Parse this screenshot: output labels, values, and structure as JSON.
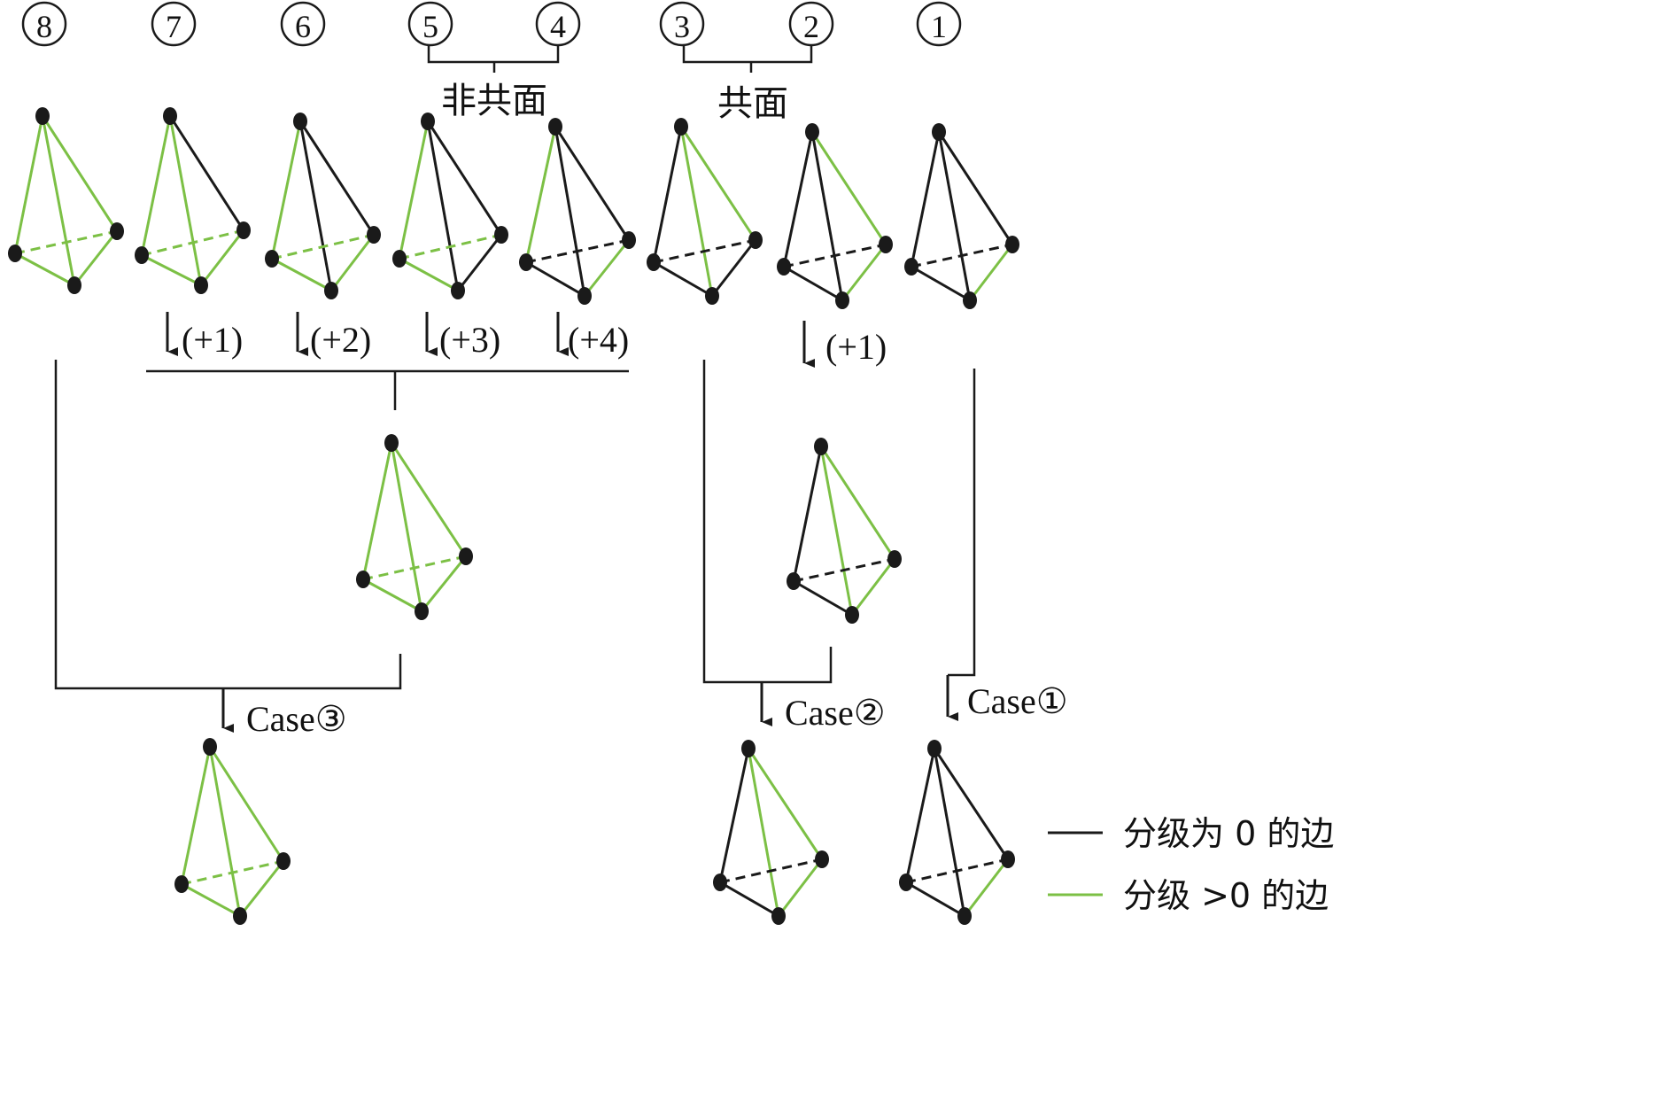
{
  "colors": {
    "zero_edge": "#1a1a1a",
    "positive_edge": "#7cc045",
    "vertex": "#1a1a1a"
  },
  "labels": {
    "circled_numbers": [
      "⑧",
      "⑦",
      "⑥",
      "⑤",
      "④",
      "③",
      "②",
      "①"
    ],
    "noncoplanar": "非共面",
    "coplanar": "共面",
    "increments": [
      "(+1)",
      "(+2)",
      "(+3)",
      "(+4)"
    ],
    "coplanar_increment": "(+1)",
    "case3": "Case③",
    "case2": "Case②",
    "case1": "Case①"
  },
  "legend": {
    "zero": "分级为 0 的边",
    "positive": "分级 >0 的边"
  }
}
